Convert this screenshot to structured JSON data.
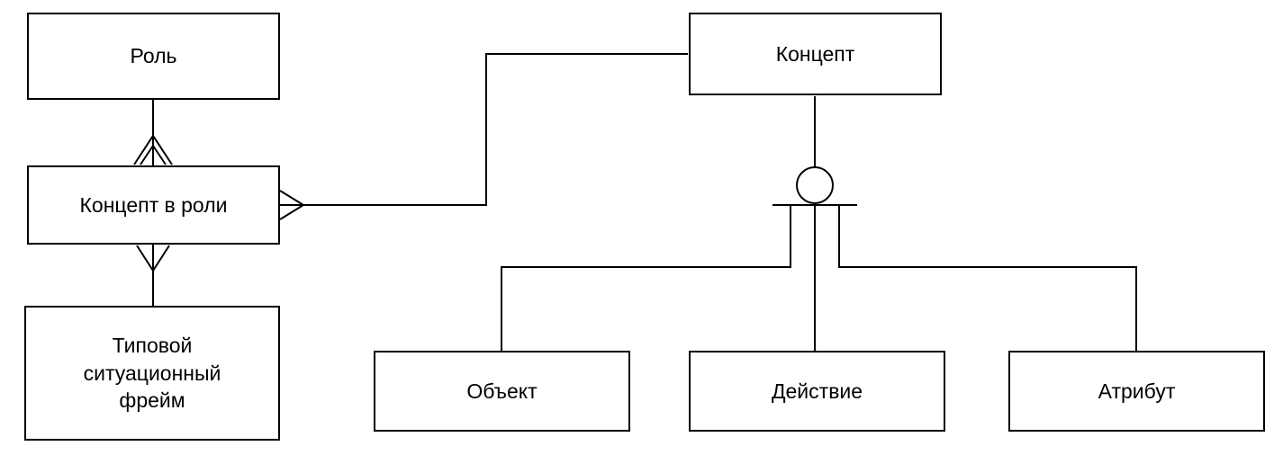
{
  "nodes": {
    "role": {
      "label": "Роль"
    },
    "concept_in_role": {
      "label": "Концепт в роли"
    },
    "typical_situational_frame": {
      "label": "Типовой ситуационный фрейм"
    },
    "concept": {
      "label": "Концепт"
    },
    "object": {
      "label": "Объект"
    },
    "action": {
      "label": "Действие"
    },
    "attribute": {
      "label": "Атрибут"
    }
  },
  "edges": [
    {
      "from": "role",
      "to": "concept_in_role",
      "marker": "double-chevron-at-concept-in-role"
    },
    {
      "from": "concept_in_role",
      "to": "typical_situational_frame",
      "marker": "chevron-at-concept-in-role"
    },
    {
      "from": "concept_in_role",
      "to": "concept",
      "marker": "crow-foot-at-concept-in-role"
    },
    {
      "from": "concept",
      "to": "object",
      "via": "category-circle"
    },
    {
      "from": "concept",
      "to": "action",
      "via": "category-circle"
    },
    {
      "from": "concept",
      "to": "attribute",
      "via": "category-circle"
    }
  ],
  "colors": {
    "stroke": "#000000",
    "background": "#ffffff",
    "text": "#000000"
  }
}
